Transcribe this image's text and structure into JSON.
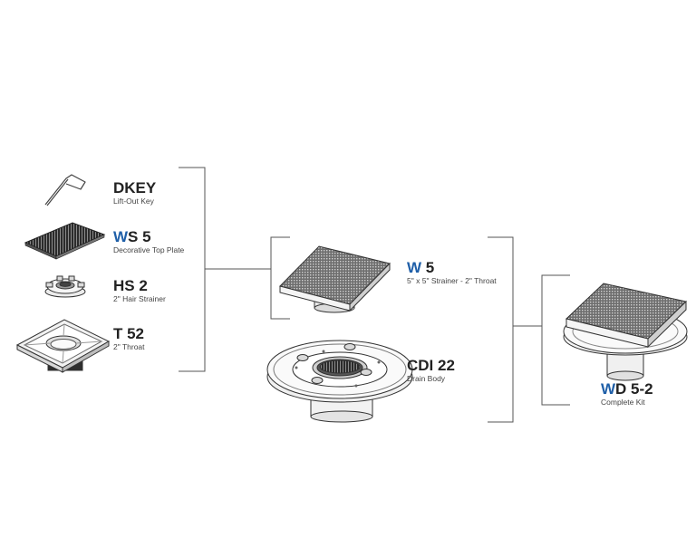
{
  "parts": {
    "dkey": {
      "code": "DKEY",
      "desc": "Lift-Out Key"
    },
    "ws5": {
      "prefix": "W",
      "suffix": "S 5",
      "desc": "Decorative Top Plate"
    },
    "hs2": {
      "code": "HS 2",
      "desc": "2\" Hair Strainer"
    },
    "t52": {
      "code": "T 52",
      "desc": "2\" Throat"
    },
    "w5": {
      "prefix": "W",
      "suffix": " 5",
      "desc": "5\" x 5\" Strainer - 2\" Throat"
    },
    "cdi22": {
      "code": "CDI 22",
      "desc": "Drain Body"
    },
    "wd52": {
      "prefix": "W",
      "suffix": "D 5-2",
      "desc": "Complete Kit"
    }
  },
  "colors": {
    "accent": "#1f5fa8",
    "line": "#555555",
    "text": "#222222"
  }
}
